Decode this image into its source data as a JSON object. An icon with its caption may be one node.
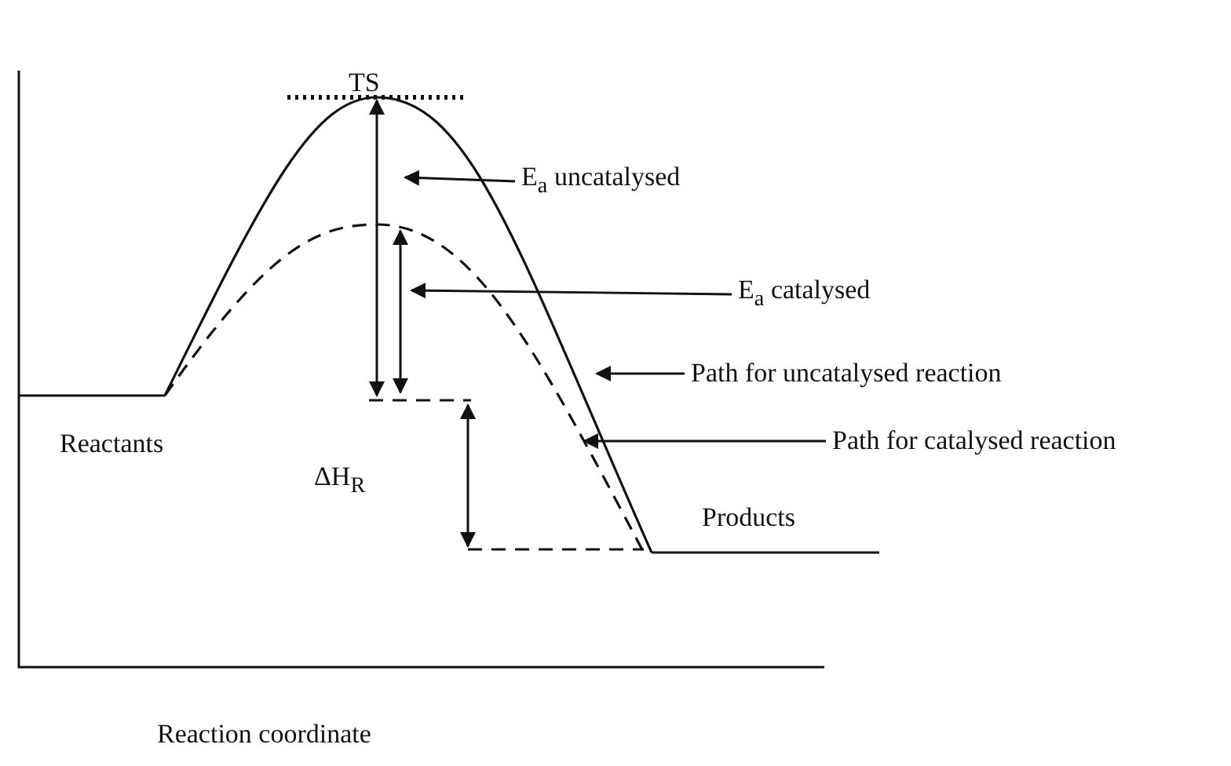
{
  "diagram": {
    "nodes": [
      {
        "text": [
          "E$_{a}$ uncatalysed"
        ]
      },
      {
        "text": [
          "E$_{a}$ catalysed"
        ]
      },
      {
        "text": [
          "Path for uncatalysed reaction"
        ]
      },
      {
        "text": [
          "Path for catalysed reaction"
        ]
      }
    ],
    "edges": [
      {
        "from": 0,
        "to": null,
        "arrow": "to"
      },
      {
        "from": 1,
        "to": null,
        "arrow": "to"
      },
      {
        "from": 2,
        "to": null,
        "arrow": "to"
      },
      {
        "from": 3,
        "to": null,
        "arrow": "to"
      }
    ],
    "labels": [
      "TS",
      "Reactants",
      "ΔH$_{R}$",
      "Products",
      "Reaction coordinate"
    ]
  }
}
